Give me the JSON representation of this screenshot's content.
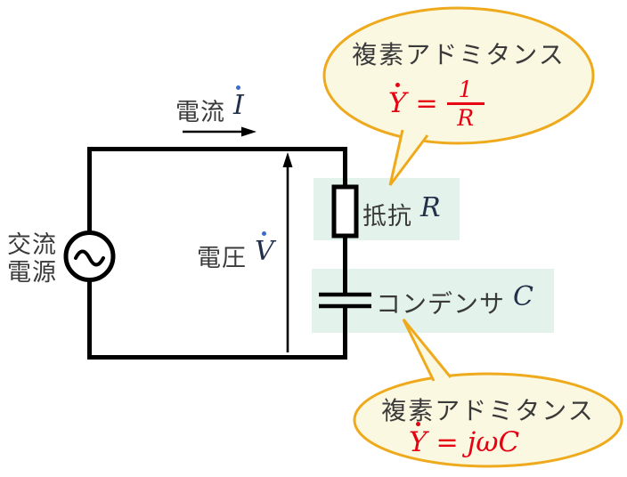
{
  "colors": {
    "wire": "#000000",
    "label_text": "#3a3a3a",
    "math_text": "#22304a",
    "math_dot_blue": "#3b6ccc",
    "formula_red": "#e60012",
    "bubble_fill": "#fbf8e1",
    "bubble_border": "#eeaa1c",
    "highlight_mint": "#e4f2ec"
  },
  "circuit": {
    "source_label": [
      "交流",
      "電源"
    ],
    "current": {
      "label": "電流",
      "symbol": "I"
    },
    "voltage": {
      "label": "電圧",
      "symbol": "V"
    },
    "resistor": {
      "label": "抵抗",
      "symbol": "R"
    },
    "capacitor": {
      "label": "コンデンサ",
      "symbol": "C"
    }
  },
  "bubbles": {
    "top": {
      "title": "複素アドミタンス",
      "lhs": "Y",
      "eq": "=",
      "num": "1",
      "den": "R"
    },
    "bottom": {
      "title": "複素アドミタンス",
      "lhs": "Y",
      "eq": "=",
      "rhs": "jωC"
    }
  }
}
